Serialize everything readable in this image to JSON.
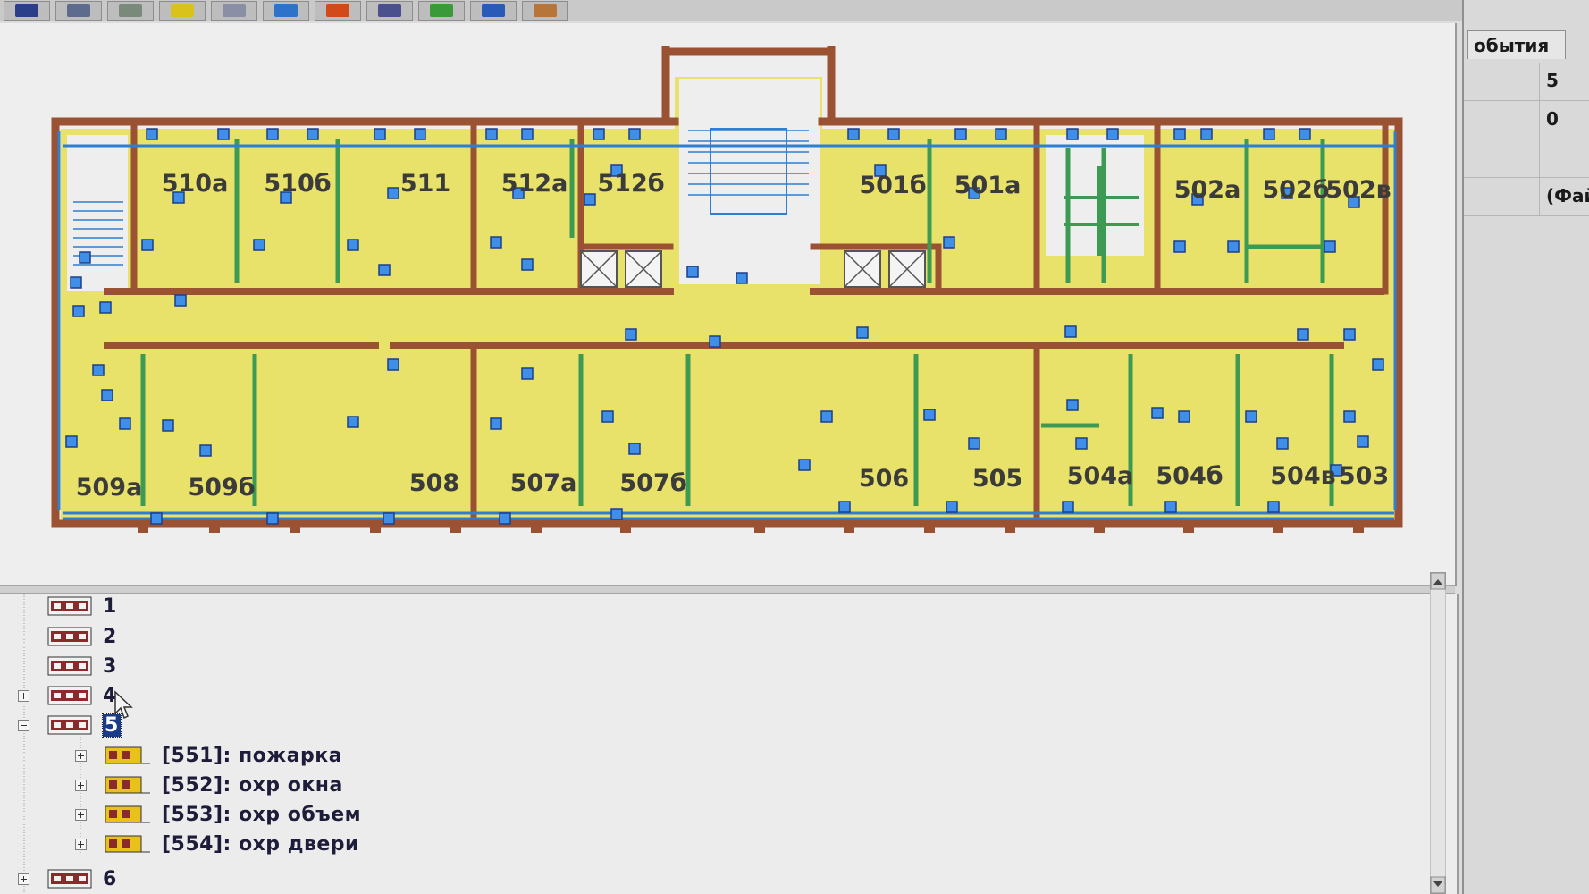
{
  "toolbar": {
    "buttons": [
      {
        "icon": "monitor-icon",
        "color": "#2b3e8a"
      },
      {
        "icon": "folders-icon",
        "color": "#5c6b8e"
      },
      {
        "icon": "computer-icon",
        "color": "#7a8a7a"
      },
      {
        "icon": "yellow-card-icon",
        "color": "#d9c21a"
      },
      {
        "icon": "window-icon",
        "color": "#8a8fa5"
      },
      {
        "icon": "clock-icon",
        "color": "#2e72c9"
      },
      {
        "icon": "alarm-icon",
        "color": "#d24a1a"
      },
      {
        "icon": "network-icon",
        "color": "#4a4f8e"
      },
      {
        "icon": "green-screen-icon",
        "color": "#3a9a3a"
      },
      {
        "icon": "blue-screen-icon",
        "color": "#2a5ab8"
      },
      {
        "icon": "tools-icon",
        "color": "#b8753a"
      }
    ]
  },
  "floor_plan": {
    "colors": {
      "room_fill": "#e9e26a",
      "wall": "#9a5232",
      "partition": "#3c9a52",
      "window": "#2f7fd1",
      "sensor_fill": "#3f8fe8",
      "background": "#eeeeee"
    },
    "rooms": [
      {
        "label": "510а"
      },
      {
        "label": "510б"
      },
      {
        "label": "511"
      },
      {
        "label": "512а"
      },
      {
        "label": "512б"
      },
      {
        "label": "501б"
      },
      {
        "label": "501а"
      },
      {
        "label": "502а"
      },
      {
        "label": "502б"
      },
      {
        "label": "502в"
      },
      {
        "label": "509а"
      },
      {
        "label": "509б"
      },
      {
        "label": "508"
      },
      {
        "label": "507а"
      },
      {
        "label": "507б"
      },
      {
        "label": "506"
      },
      {
        "label": "505"
      },
      {
        "label": "504а"
      },
      {
        "label": "504б"
      },
      {
        "label": "504в"
      },
      {
        "label": "503"
      }
    ]
  },
  "tree": {
    "floors": [
      {
        "label": "1",
        "expander": "none",
        "selected": false
      },
      {
        "label": "2",
        "expander": "none",
        "selected": false
      },
      {
        "label": "3",
        "expander": "none",
        "selected": false
      },
      {
        "label": "4",
        "expander": "plus",
        "selected": false
      },
      {
        "label": "5",
        "expander": "minus",
        "selected": true
      },
      {
        "label": "6",
        "expander": "plus",
        "selected": false
      }
    ],
    "zones": [
      {
        "label": "[551]: пожарка"
      },
      {
        "label": "[552]: охр окна"
      },
      {
        "label": "[553]: охр объем"
      },
      {
        "label": "[554]: охр двери"
      }
    ]
  },
  "side_panel": {
    "tab_label": "обытия",
    "rows": [
      {
        "value": "5"
      },
      {
        "value": "0"
      },
      {
        "value": ""
      },
      {
        "value": "(Фай"
      }
    ]
  }
}
